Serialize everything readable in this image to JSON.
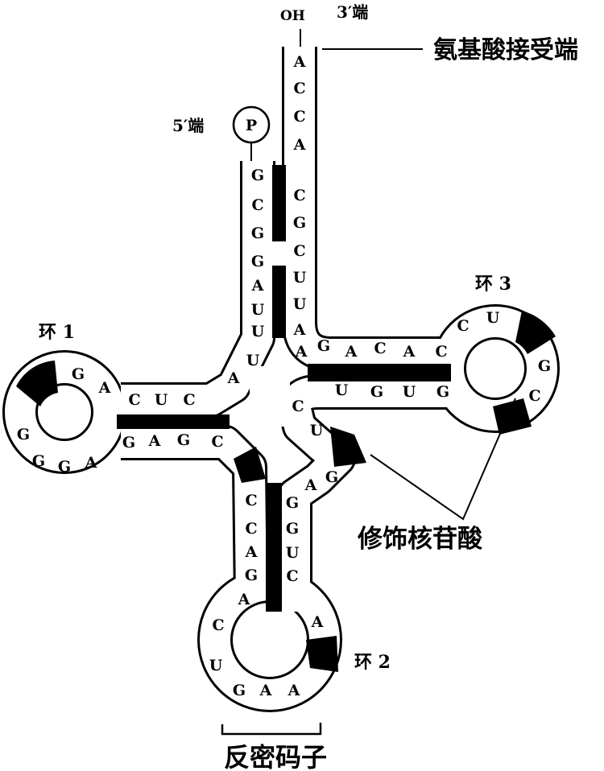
{
  "labels": {
    "oh": "OH",
    "three_prime": "3′端",
    "five_prime": "5′端",
    "phosphate": "P",
    "acceptor_end": "氨基酸接受端",
    "loop1": "环 1",
    "loop2": "环 2",
    "loop3": "环 3",
    "modified_nucleotides": "修饰核苷酸",
    "anticodon": "反密码子"
  },
  "sequences": {
    "acceptor_3prime_strand": [
      "A",
      "C",
      "C",
      "A",
      "C",
      "G",
      "C",
      "U",
      "U",
      "A",
      "A"
    ],
    "t_arm_top": [
      "G",
      "A",
      "C",
      "A",
      "C"
    ],
    "loop3": [
      "C",
      "U",
      "G",
      "C",
      "T"
    ],
    "t_arm_bottom": [
      "U",
      "G",
      "U",
      "G"
    ],
    "acceptor_5prime_strand": [
      "G",
      "C",
      "G",
      "G",
      "A",
      "U",
      "U"
    ],
    "d_link": [
      "U",
      "A"
    ],
    "d_arm_top": [
      "G",
      "A",
      "C",
      "U",
      "C"
    ],
    "loop1": [
      "G",
      "G",
      "G",
      "A"
    ],
    "d_arm_bottom": [
      "G",
      "A",
      "G",
      "C"
    ],
    "variable_region": [
      "C",
      "U"
    ],
    "anticodon_link": [
      "A",
      "G"
    ],
    "anticodon_arm_left": [
      "C",
      "C",
      "A",
      "G"
    ],
    "loop2": [
      "A",
      "C",
      "U",
      "G",
      "A",
      "A",
      "A"
    ],
    "anticodon_arm_right": [
      "G",
      "G",
      "U",
      "C"
    ]
  }
}
